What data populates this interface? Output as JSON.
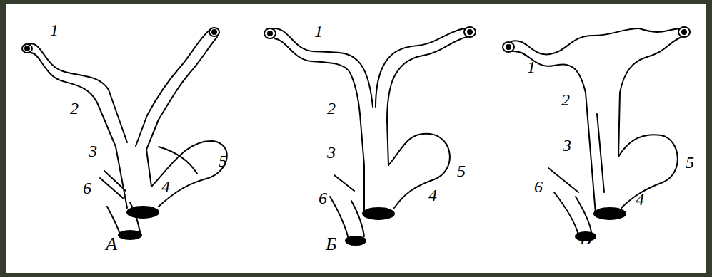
{
  "diagram": {
    "labels": [
      "1",
      "2",
      "3",
      "5",
      "6",
      "4",
      "А",
      "1",
      "2",
      "3",
      "5",
      "6",
      "4",
      "Б",
      "1",
      "2",
      "3",
      "5",
      "6",
      "4",
      "В"
    ]
  }
}
